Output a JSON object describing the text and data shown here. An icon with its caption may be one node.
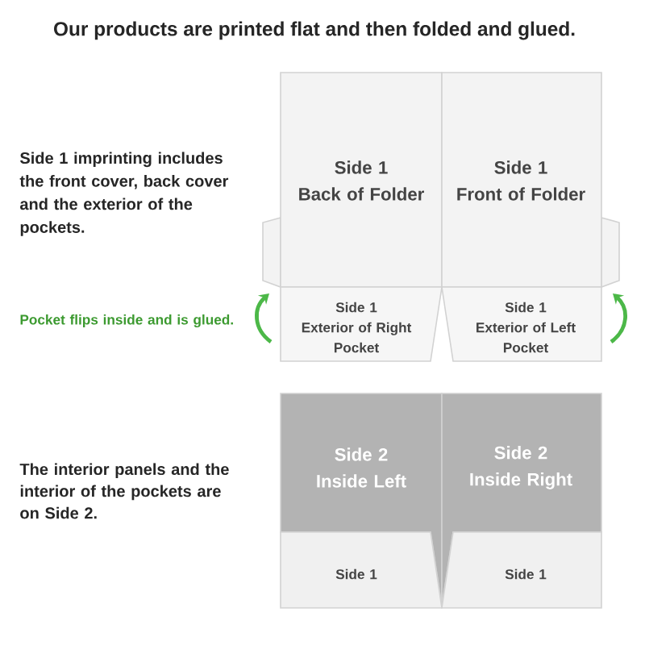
{
  "diagram": {
    "title": "Our products are printed flat and then folded and glued.",
    "nodes": [
      {
        "text": [
          "Side 1",
          "Back of Folder"
        ]
      },
      {
        "text": [
          "Side 1",
          "Front of Folder"
        ]
      },
      {
        "text": [
          "Side 1",
          "Exterior of Right Pocket"
        ]
      },
      {
        "text": [
          "Side 1",
          "Exterior of Left Pocket"
        ]
      },
      {
        "text": [
          "Side 2",
          "Inside Left"
        ]
      },
      {
        "text": [
          "Side 2",
          "Inside Right"
        ]
      },
      {
        "text": [
          "Side 1"
        ]
      },
      {
        "text": [
          "Side 1"
        ]
      }
    ],
    "labels": [
      "Side 1 imprinting includes the front cover, back cover and the exterior of the pockets.",
      "Pocket flips inside and is glued.",
      "The interior panels and the interior of the pockets are on Side 2."
    ]
  }
}
